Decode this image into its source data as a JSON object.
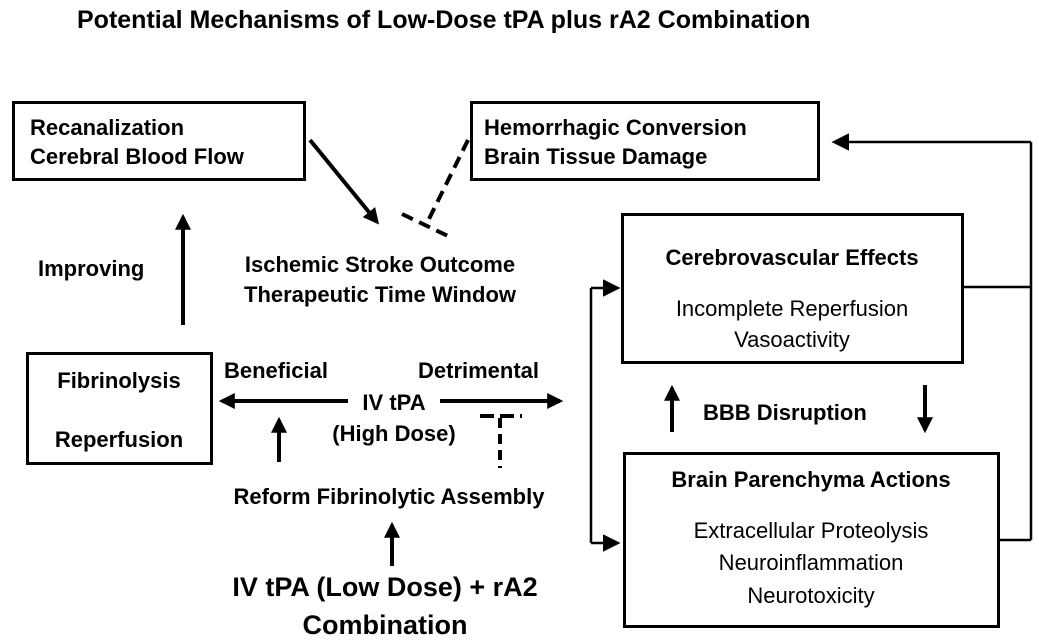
{
  "title": "Potential Mechanisms of Low-Dose tPA plus rA2 Combination",
  "boxes": {
    "recanalization": {
      "line1": "Recanalization",
      "line2": "Cerebral Blood Flow"
    },
    "hemorrhagic": {
      "line1": "Hemorrhagic Conversion",
      "line2": "Brain Tissue Damage"
    },
    "cerebrovascular": {
      "heading": "Cerebrovascular Effects",
      "line1": "Incomplete Reperfusion",
      "line2": "Vasoactivity"
    },
    "fibrinolysis": {
      "line1": "Fibrinolysis",
      "line2": "Reperfusion"
    },
    "parenchyma": {
      "heading": "Brain Parenchyma Actions",
      "line1": "Extracellular Proteolysis",
      "line2": "Neuroinflammation",
      "line3": "Neurotoxicity"
    }
  },
  "labels": {
    "improving": "Improving",
    "outcome_line1": "Ischemic Stroke Outcome",
    "outcome_line2": "Therapeutic Time Window",
    "beneficial": "Beneficial",
    "detrimental": "Detrimental",
    "ivtpa_line1": "IV tPA",
    "ivtpa_line2": "(High Dose)",
    "bbb": "BBB Disruption",
    "reform": "Reform Fibrinolytic Assembly",
    "combo_line1": "IV tPA (Low Dose) + rA2",
    "combo_line2": "Combination"
  }
}
